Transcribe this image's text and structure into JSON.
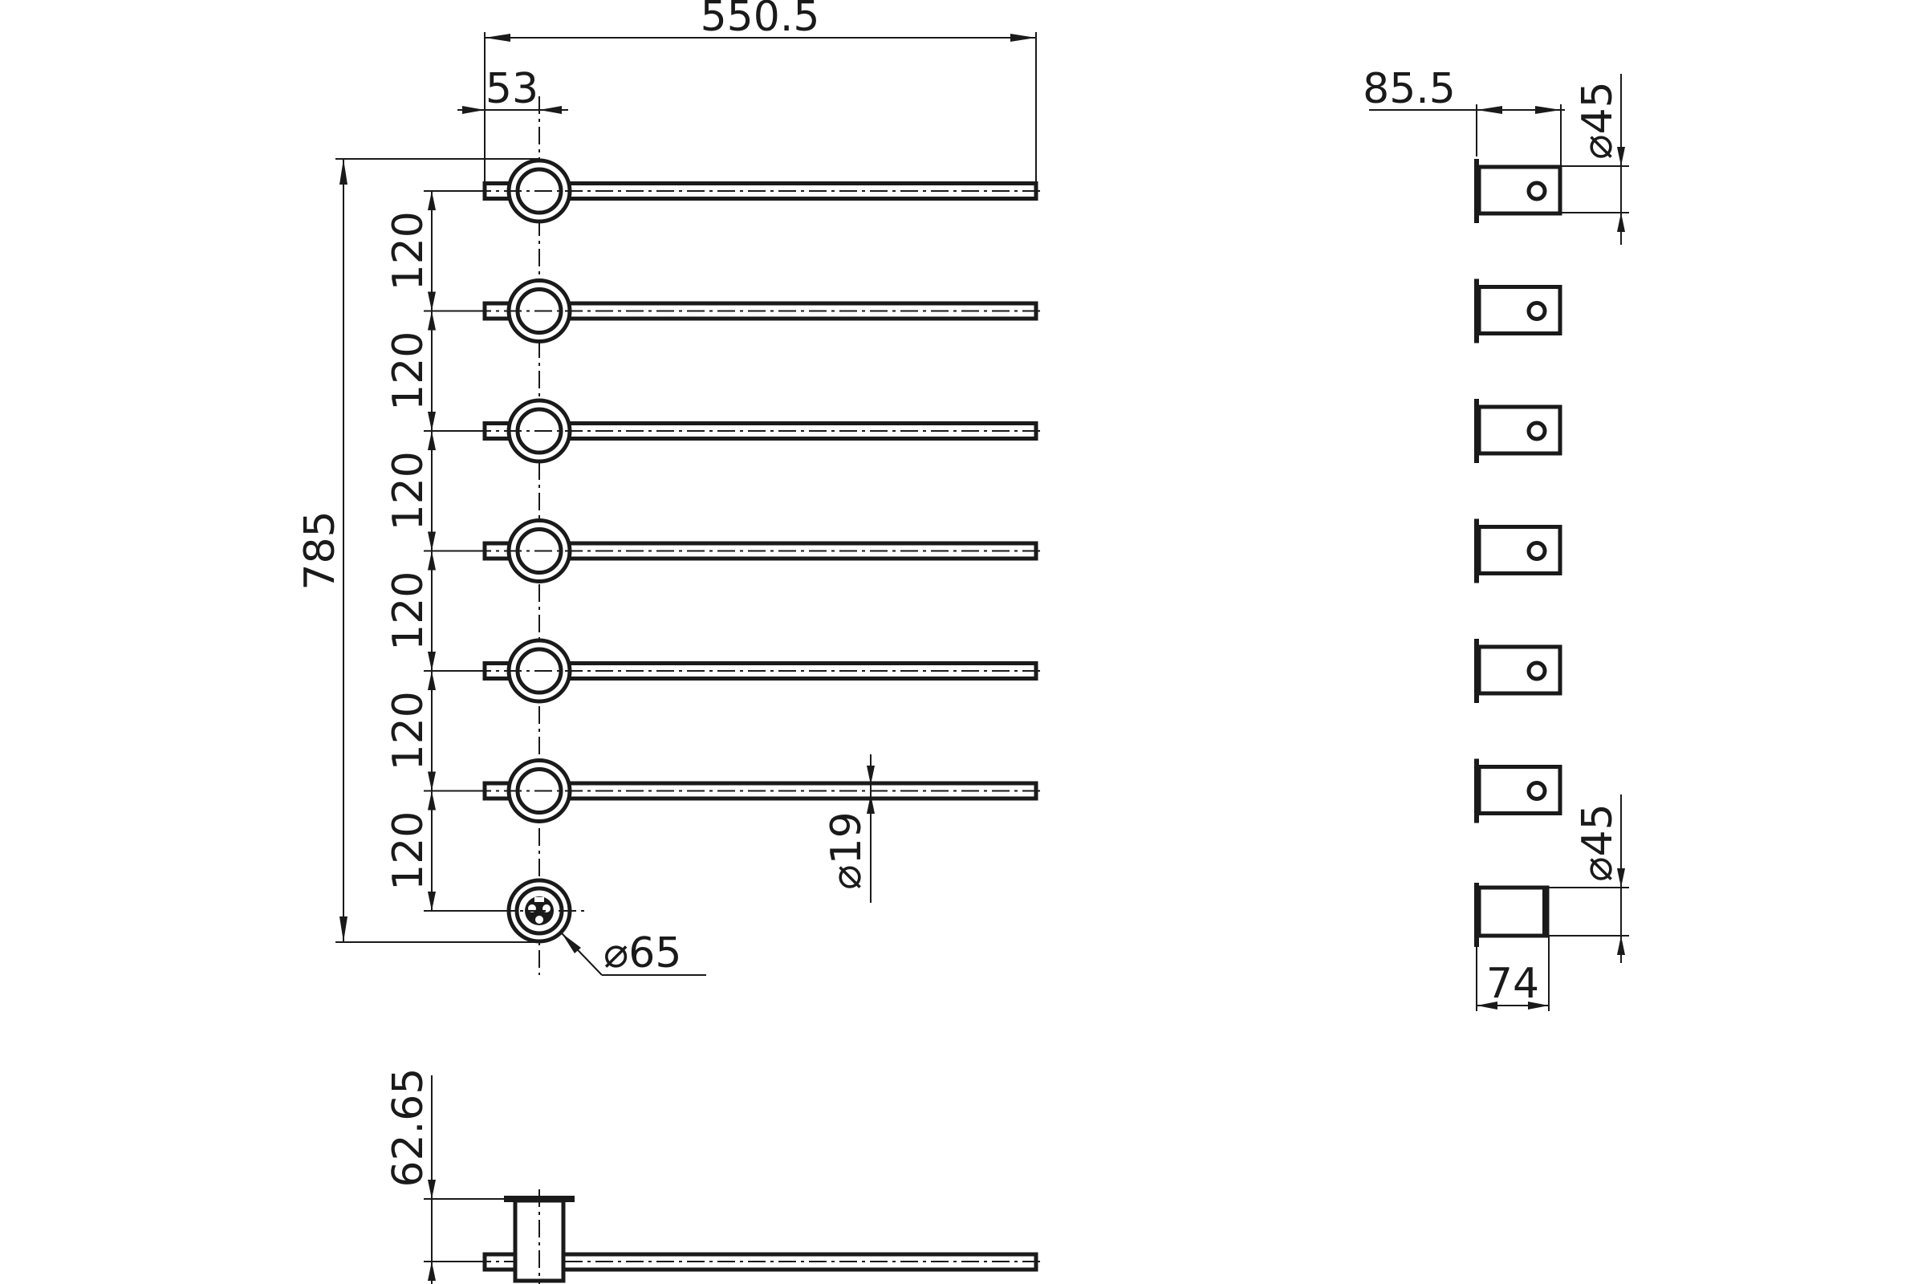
{
  "drawing": {
    "rail_count": 6,
    "dimensions": {
      "overall_width": "550.5",
      "bracket_offset": "53",
      "overall_height": "785",
      "rail_spacing": "120",
      "rail_diameter": "⌀19",
      "base_diameter": "⌀65",
      "side_depth": "85.5",
      "side_diameter_top": "⌀45",
      "side_diameter_bottom": "⌀45",
      "side_base_depth": "74",
      "bottom_height": "62.65"
    }
  }
}
